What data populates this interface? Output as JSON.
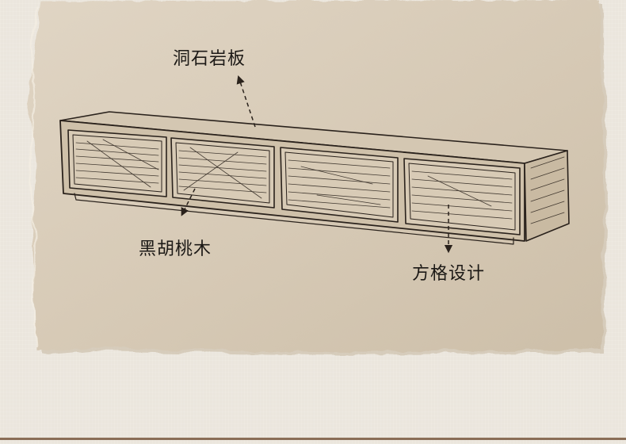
{
  "labels": {
    "top": "洞石岩板",
    "left": "黑胡桃木",
    "right": "方格设计"
  },
  "colors": {
    "background": "#ebe6dd",
    "paper": "#d9cdbb",
    "paper_edge": "#cbbda8",
    "ink": "#2a221c",
    "bottom_rule": "#8a6e57"
  },
  "icons": {
    "arrow": "arrow-head-icon"
  }
}
